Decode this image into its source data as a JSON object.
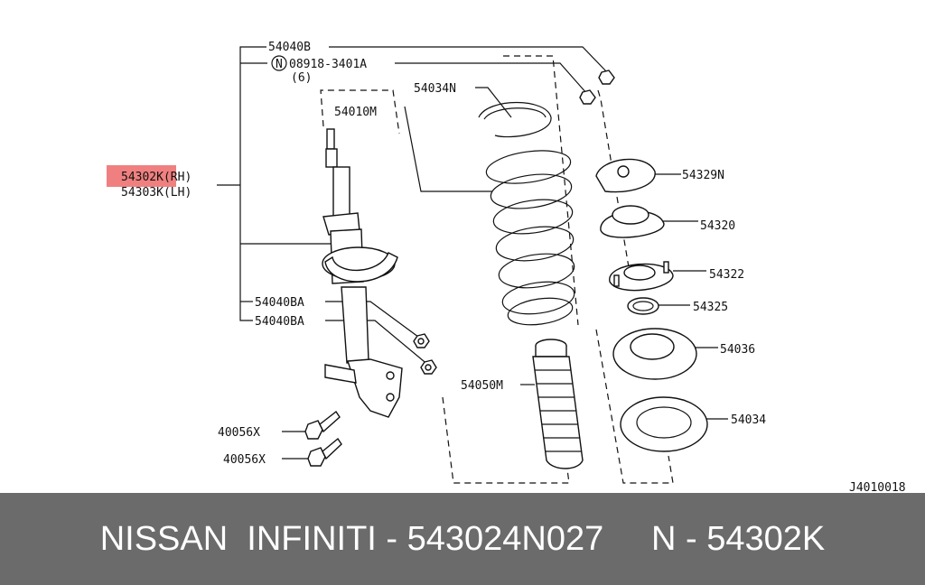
{
  "diagram": {
    "highlight_color": "#f08080",
    "labels": {
      "p54040B": "54040B",
      "p08918": "08918-3401A",
      "p08918_qty": "(6)",
      "n_symbol": "N",
      "p54034N": "54034N",
      "p54010M": "54010M",
      "p54302K": "54302K(RH)",
      "p54303K": "54303K(LH)",
      "p54329N": "54329N",
      "p54320": "54320",
      "p54322": "54322",
      "p54325": "54325",
      "p54036": "54036",
      "p54034": "54034",
      "p54040BA_1": "54040BA",
      "p54040BA_2": "54040BA",
      "p54050M": "54050M",
      "p40056X_1": "40056X",
      "p40056X_2": "40056X",
      "ref_code": "J4010018"
    }
  },
  "footer": {
    "text": "NISSAN  INFINITI - 543024N027     N - 54302K"
  }
}
